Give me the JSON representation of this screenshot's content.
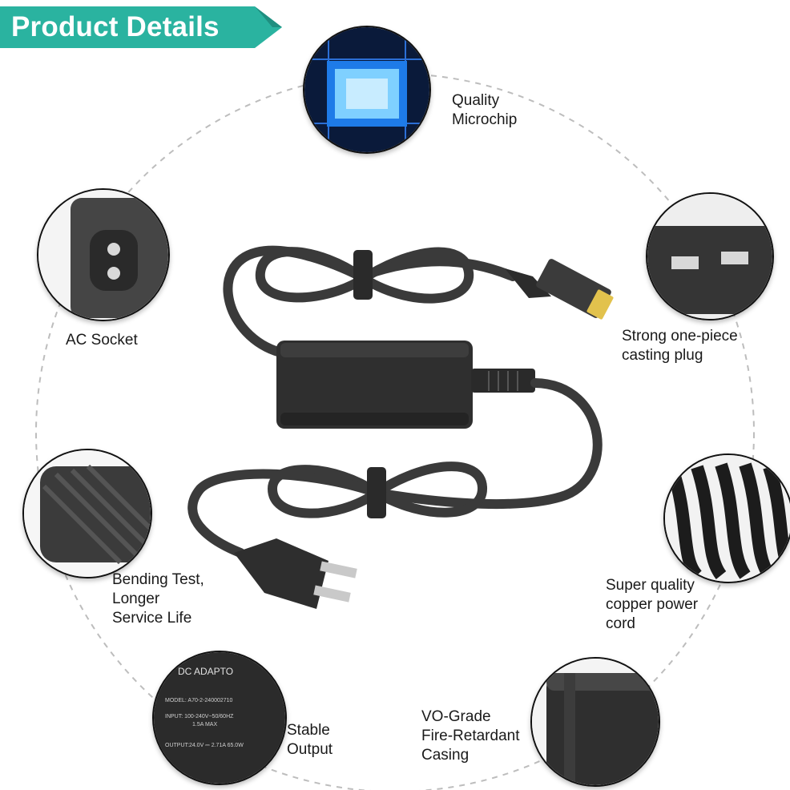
{
  "banner": {
    "title": "Product Details",
    "color": "#2ab3a0"
  },
  "features": {
    "microchip": [
      "Quality",
      "Microchip"
    ],
    "ac_socket": [
      "AC Socket"
    ],
    "plug": [
      "Strong one-piece",
      "casting plug"
    ],
    "bending": [
      "Bending Test,",
      "Longer",
      "Service Life"
    ],
    "cord": [
      "Super quality",
      "copper power",
      "cord"
    ],
    "output": [
      "Stable",
      "Output"
    ],
    "casing": [
      "VO-Grade",
      "Fire-Retardant",
      "Casing"
    ]
  },
  "label_plate": {
    "header": "DC ADAPTO",
    "model": "MODEL: A70-2-240002710",
    "input": "INPUT: 100-240V~50/60HZ",
    "input_current": "1.5A MAX",
    "output": "OUTPUT:24.0V ⎓ 2.71A 65.0W"
  },
  "icons": [
    "microchip-icon",
    "ac-socket-icon",
    "plug-prongs-icon",
    "bending-test-icon",
    "coiled-cord-icon",
    "label-plate-icon",
    "casing-corner-icon"
  ]
}
